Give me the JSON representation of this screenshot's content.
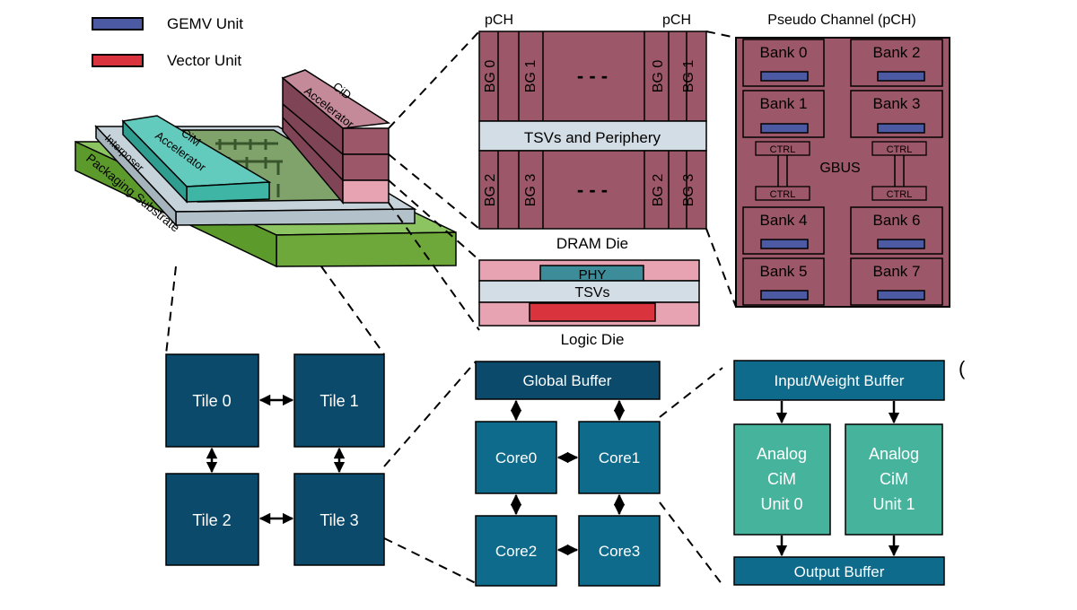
{
  "legend": {
    "gemv": {
      "label": "GEMV Unit",
      "color": "#4c5aa3"
    },
    "vector": {
      "label": "Vector Unit",
      "color": "#d9343e"
    }
  },
  "package": {
    "substrate": "Packaging Substrate",
    "interposer": "Interposer",
    "cim": [
      "CiM",
      "Accelerator"
    ],
    "cid": [
      "CiD",
      "Accelerator"
    ]
  },
  "dram_die": {
    "pch_left": "pCH",
    "pch_right": "pCH",
    "bank_groups_top": [
      "BG 0",
      "BG 1",
      "BG 0",
      "BG 1"
    ],
    "bank_groups_bottom": [
      "BG 2",
      "BG 3",
      "BG 2",
      "BG 3"
    ],
    "ellipsis": "- - -",
    "periphery": "TSVs and Periphery",
    "caption": "DRAM Die"
  },
  "logic_die": {
    "phy": "PHY",
    "tsvs": "TSVs",
    "caption": "Logic Die"
  },
  "pseudo_channel": {
    "title": "Pseudo Channel (pCH)",
    "banks": [
      "Bank 0",
      "Bank 2",
      "Bank 1",
      "Bank 3",
      "Bank 4",
      "Bank 6",
      "Bank 5",
      "Bank 7"
    ],
    "ctrl": "CTRL",
    "gbus": "GBUS"
  },
  "tiles": [
    "Tile 0",
    "Tile 1",
    "Tile 2",
    "Tile 3"
  ],
  "tile_detail": {
    "global_buffer": "Global Buffer",
    "cores": [
      "Core0",
      "Core1",
      "Core2",
      "Core3"
    ]
  },
  "core_detail": {
    "input_buffer": "Input/Weight Buffer",
    "units": [
      [
        "Analog",
        "CiM",
        "Unit 0"
      ],
      [
        "Analog",
        "CiM",
        "Unit 1"
      ]
    ],
    "output_buffer": "Output Buffer",
    "partial_label": "("
  },
  "colors": {
    "dram": "#9c5869",
    "dram_light": "#e8a3b3",
    "grey": "#d3dde5",
    "blue_dark": "#0b4a6b",
    "blue_mid": "#0f6b8c",
    "teal": "#46b39c",
    "green": "#6ea83a"
  }
}
